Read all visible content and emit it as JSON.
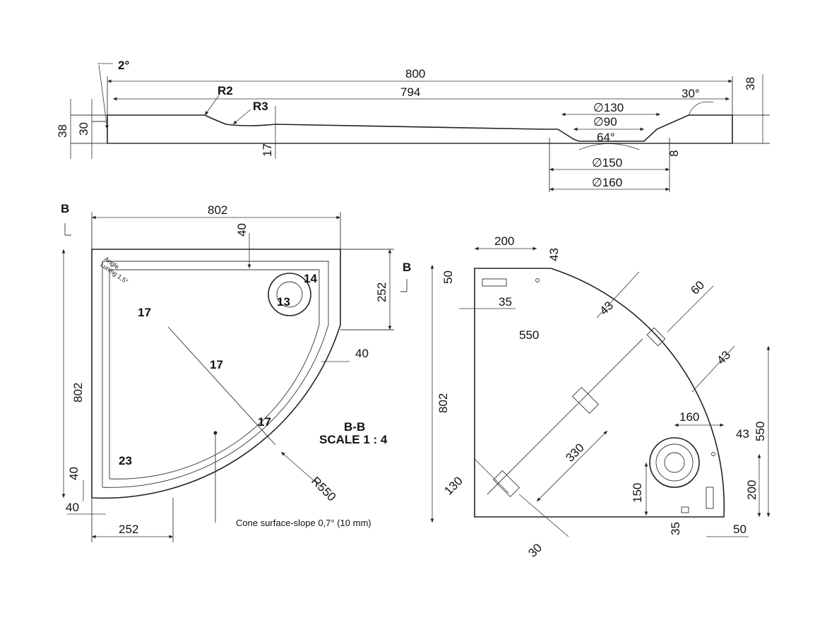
{
  "section_view": {
    "angle": "2°",
    "length_total": "800",
    "length_inner": "794",
    "height_right": "38",
    "height_left_outer": "38",
    "height_left_inner": "30",
    "radius_outer": "R2",
    "radius_inner": "R3",
    "depth": "17",
    "drain_d130": "∅130",
    "drain_d90": "∅90",
    "drain_d150": "∅150",
    "drain_d160": "∅160",
    "cone_angle": "64°",
    "edge_angle": "30°",
    "drain_depth": "8"
  },
  "plan_view": {
    "section_marker": "B",
    "width": "802",
    "height": "802",
    "offset_top": "40",
    "offset_right_drain": "252",
    "rim_offset": "40",
    "corner_offset_v": "40",
    "corner_offset_h": "40",
    "bottom_width": "252",
    "angle_note": "Angle\nLuning 1,5°",
    "thk_14": "14",
    "thk_13": "13",
    "thk_17a": "17",
    "thk_17b": "17",
    "thk_17c": "17",
    "thk_23": "23",
    "radius": "R550",
    "section_title": "B-B",
    "scale": "SCALE 1 : 4",
    "cone_note": "Cone surface-slope 0,7° (10 mm)"
  },
  "bottom_view": {
    "dim_200_top": "200",
    "dim_43_top": "43",
    "dim_50_left": "50",
    "dim_35_left": "35",
    "dim_550_label": "550",
    "dim_43_arc": "43",
    "dim_60": "60",
    "dim_43_right": "43",
    "dim_802": "802",
    "dim_330": "330",
    "dim_130": "130",
    "dim_30": "30",
    "dim_160": "160",
    "dim_43_drain": "43",
    "dim_550_right": "550",
    "dim_150": "150",
    "dim_200_right": "200",
    "dim_35_bottom": "35",
    "dim_50_bottom": "50"
  }
}
